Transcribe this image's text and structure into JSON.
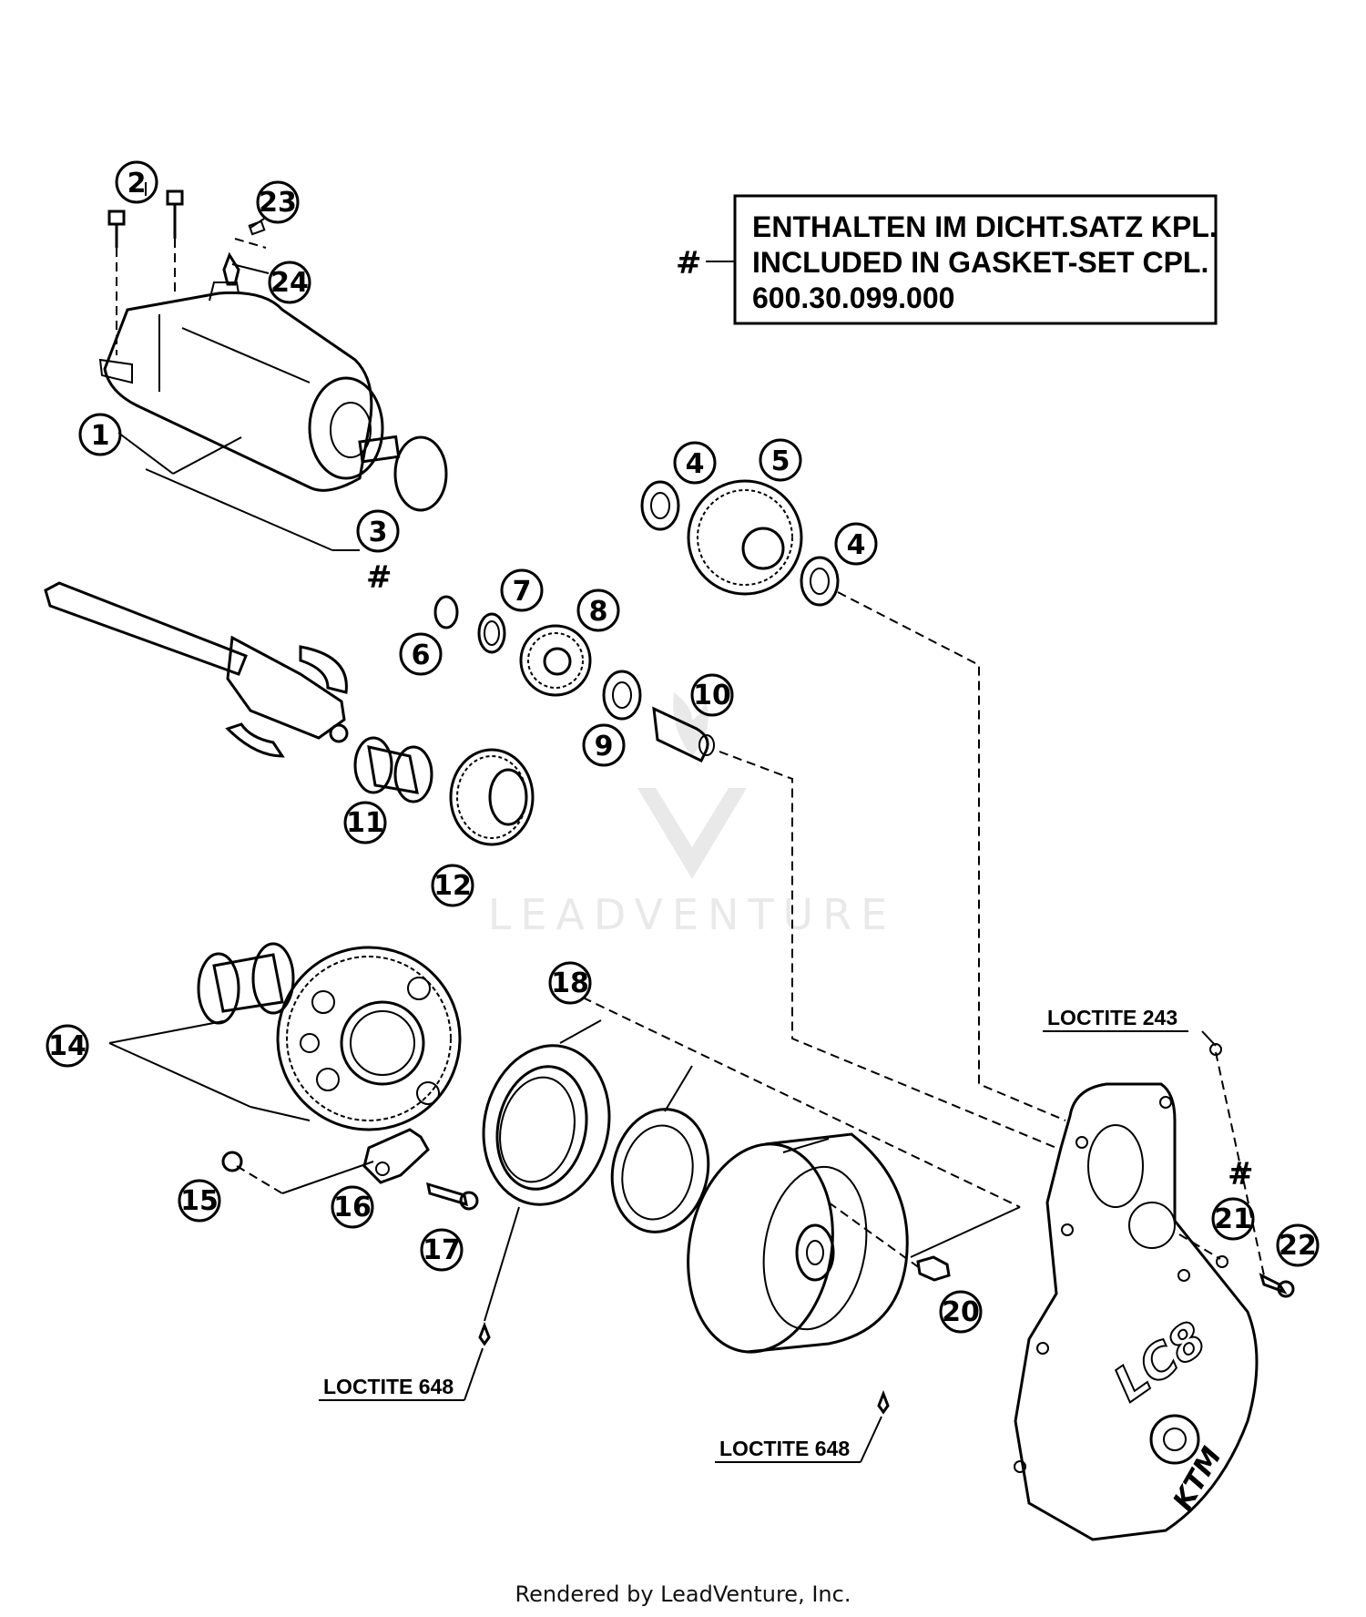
{
  "note": {
    "marker": "#",
    "line1": "ENTHALTEN IM DICHT.SATZ KPL.",
    "line2": "INCLUDED IN GASKET-SET CPL.",
    "line3": "600.30.099.000"
  },
  "callouts": [
    {
      "label": "1"
    },
    {
      "label": "2"
    },
    {
      "label": "3"
    },
    {
      "label": "4"
    },
    {
      "label": "4"
    },
    {
      "label": "5"
    },
    {
      "label": "6"
    },
    {
      "label": "7"
    },
    {
      "label": "8"
    },
    {
      "label": "9"
    },
    {
      "label": "10"
    },
    {
      "label": "11"
    },
    {
      "label": "12"
    },
    {
      "label": "14"
    },
    {
      "label": "15"
    },
    {
      "label": "16"
    },
    {
      "label": "17"
    },
    {
      "label": "18"
    },
    {
      "label": "20"
    },
    {
      "label": "21"
    },
    {
      "label": "22"
    },
    {
      "label": "23"
    },
    {
      "label": "24"
    }
  ],
  "hash_marks": [
    "#",
    "#"
  ],
  "loctite": {
    "top_right": "LOCTITE 243",
    "bottom_left": "LOCTITE 648",
    "bottom_center": "LOCTITE 648"
  },
  "cover_logo": {
    "text": "LC8",
    "brand": "KTM"
  },
  "watermark": "LEADVENTURE",
  "footer": "Rendered by LeadVenture, Inc."
}
